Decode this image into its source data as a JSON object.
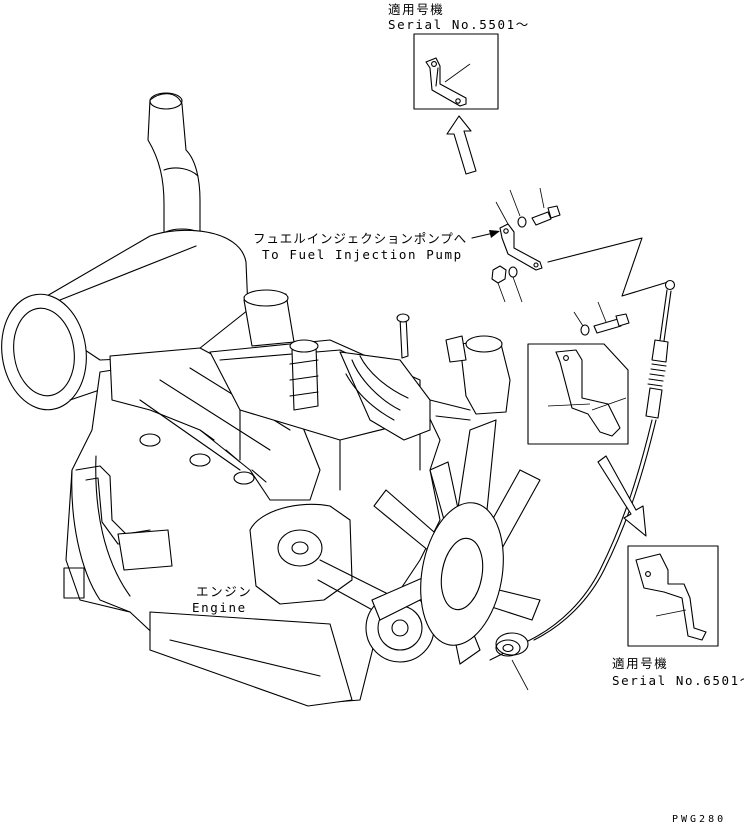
{
  "labels": {
    "serial_top_jp": "適用号機",
    "serial_top": "Serial No.5501～",
    "pump_jp": "フュエルインジェクションポンプへ",
    "pump_en": "To Fuel Injection Pump",
    "engine_jp": "エンジン",
    "engine_en": "Engine",
    "serial_bottom_jp": "適用号機",
    "serial_bottom": "Serial No.6501～",
    "drawing_code": "PWG280"
  }
}
